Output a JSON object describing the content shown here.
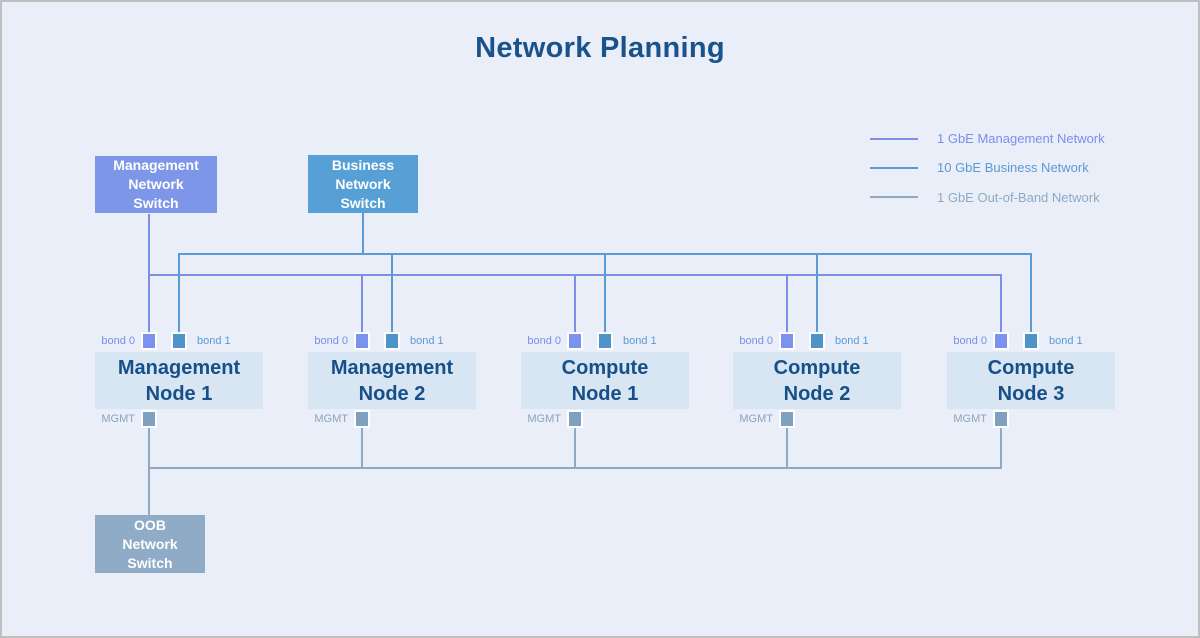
{
  "title": "Network Planning",
  "colors": {
    "background": "#E9EEF8",
    "border": "#BFBFBF",
    "title_text": "#1A528C",
    "node_fill": "#D8E5F3",
    "node_text": "#175089",
    "management": "#7B8FE8",
    "business": "#5B9BD5",
    "oob": "#8FA9C4",
    "mgmt_switch_fill": "#7E96E8",
    "business_switch_fill": "#57A0D6",
    "oob_switch_fill": "#8FABC6",
    "bond0_port": "#7B93EE",
    "bond1_port": "#4D95C9",
    "mgmt_port": "#7FA0BF",
    "mgmt_label_text": "#8BA3BE"
  },
  "legend": {
    "items": [
      {
        "name": "management",
        "label": "1 GbE Management Network"
      },
      {
        "name": "business",
        "label": "10 GbE Business Network"
      },
      {
        "name": "oob",
        "label": "1 GbE Out-of-Band Network"
      }
    ]
  },
  "switches": {
    "management": {
      "label": "Management\nNetwork\nSwitch"
    },
    "business": {
      "label": "Business\nNetwork\nSwitch"
    },
    "oob": {
      "label": "OOB\nNetwork\nSwitch"
    }
  },
  "nodes": [
    {
      "label": "Management\nNode 1",
      "bond0": "bond 0",
      "bond1": "bond 1",
      "mgmt": "MGMT"
    },
    {
      "label": "Management\nNode 2",
      "bond0": "bond 0",
      "bond1": "bond 1",
      "mgmt": "MGMT"
    },
    {
      "label": "Compute\nNode 1",
      "bond0": "bond 0",
      "bond1": "bond 1",
      "mgmt": "MGMT"
    },
    {
      "label": "Compute\nNode 2",
      "bond0": "bond 0",
      "bond1": "bond 1",
      "mgmt": "MGMT"
    },
    {
      "label": "Compute\nNode 3",
      "bond0": "bond 0",
      "bond1": "bond 1",
      "mgmt": "MGMT"
    }
  ]
}
